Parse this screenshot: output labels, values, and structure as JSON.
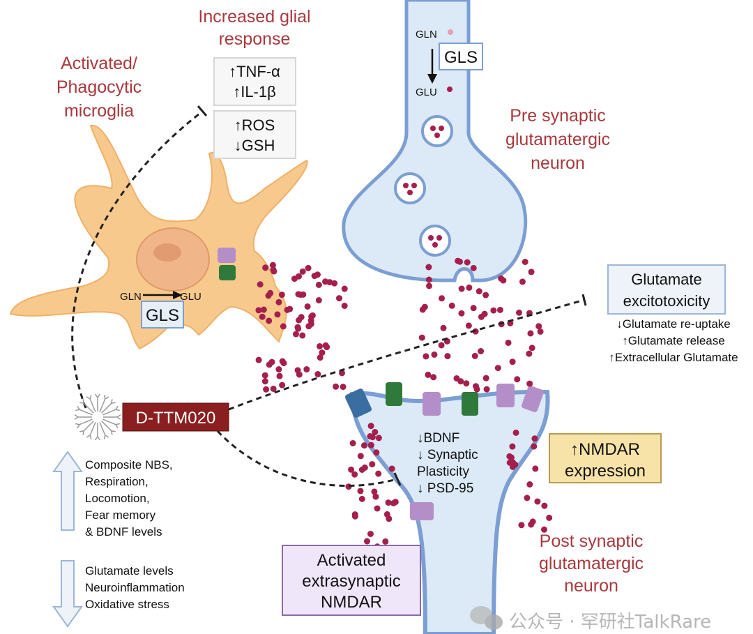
{
  "labels": {
    "glial_title": [
      "Increased glial",
      "response"
    ],
    "microglia_title": [
      "Activated/",
      "Phagocytic",
      "microglia"
    ],
    "cytokines": [
      "↑TNF-α",
      "↑IL-1β"
    ],
    "oxidative": [
      "↑ROS",
      "↓GSH"
    ],
    "pre_gln": "GLN",
    "pre_glu": "GLU",
    "pre_gls": "GLS",
    "pre_title": [
      "Pre synaptic",
      "glutamatergic",
      "neuron"
    ],
    "micro_gln": "GLN",
    "micro_glu": "GLU",
    "micro_gls": "GLS",
    "excito_title": [
      "Glutamate",
      "excitotoxicity"
    ],
    "excito_items": [
      "↓Glutamate re-uptake",
      "↑Glutamate release",
      "↑Extracellular Glutamate"
    ],
    "drug": "D-TTM020",
    "post_inner": [
      "↓BDNF",
      "↓ Synaptic",
      "Plasticity",
      "↓ PSD-95"
    ],
    "nmdar_expr": [
      "↑NMDAR",
      "expression"
    ],
    "extrasyn": [
      "Activated",
      "extrasynaptic",
      "NMDAR"
    ],
    "post_title": [
      "Post synaptic",
      "glutamatergic",
      "neuron"
    ],
    "up_items": [
      "Composite NBS,",
      "Respiration,",
      "Locomotion,",
      "Fear memory",
      "& BDNF levels"
    ],
    "down_items": [
      "Glutamate levels",
      "Neuroinflammation",
      "Oxidative stress"
    ],
    "watermark": "公众号 · 罕研社TalkRare"
  },
  "colors": {
    "label_red": "#a8383c",
    "microglia": "#f8c98c",
    "neuron_fill": "#dce9f6",
    "neuron_stroke": "#7b9fd3",
    "glutamate": "#a51f4c",
    "drug_box": "#8b1f1f",
    "nmdar_box": "#f7e3a8",
    "extrasyn_box": "#f0e6fa"
  },
  "icons": {
    "up_arrow": "hollow-up-arrow-icon",
    "down_arrow": "hollow-down-arrow-icon",
    "drug": "dendrimer-icon"
  }
}
